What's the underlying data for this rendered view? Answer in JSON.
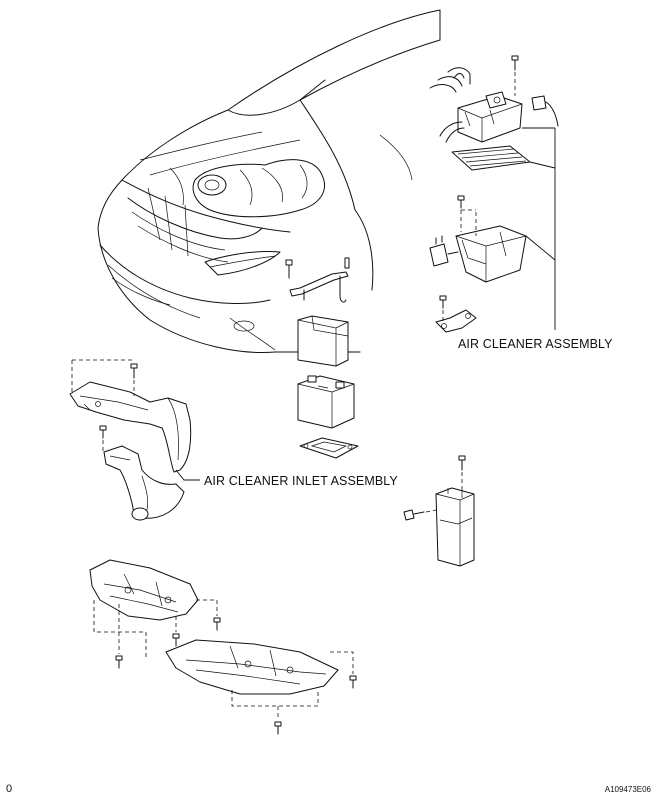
{
  "labels": {
    "air_cleaner_assembly": "AIR CLEANER ASSEMBLY",
    "air_cleaner_inlet_assembly": "AIR CLEANER INLET ASSEMBLY"
  },
  "footer": {
    "left_mark": "0",
    "figure_id": "A109473E06"
  }
}
